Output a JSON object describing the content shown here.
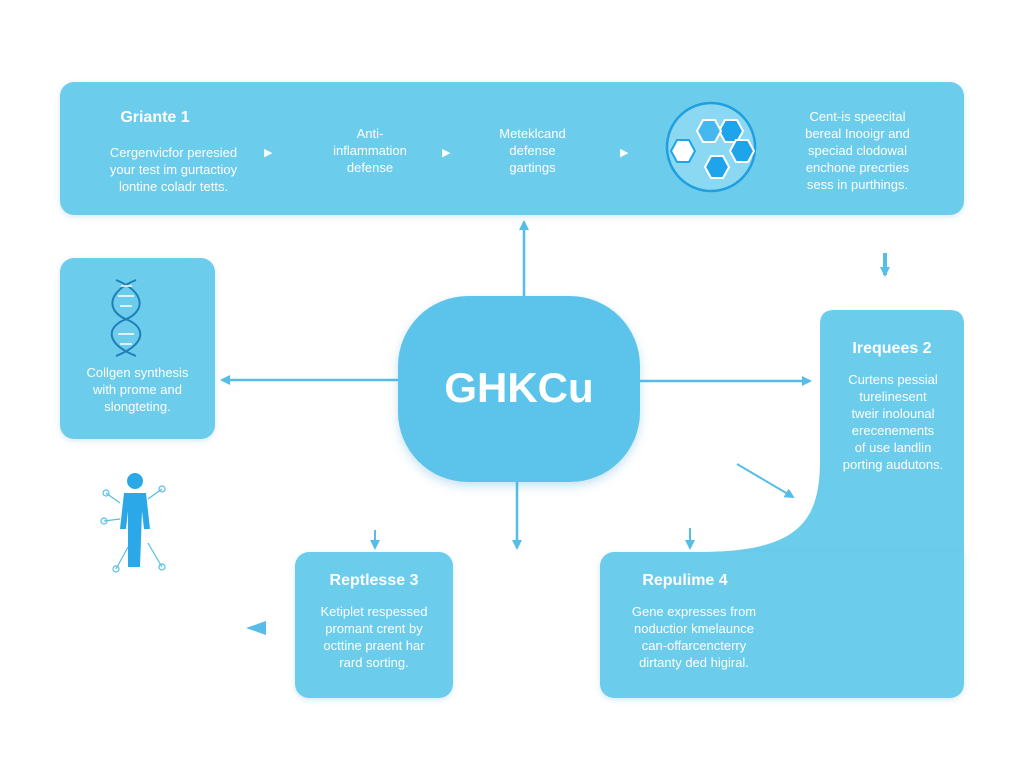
{
  "top_banner": {
    "title": "Griante 1",
    "col1": "Cergenvicfor peresied\nyour test im gurtactioy\nlontine coladr tetts.",
    "col2": "Anti-\ninflammation\ndefense",
    "col3": "Meteklcand\ndefense\ngartings",
    "col4": "Cent-is speecital\nbereal Inooigr and\nspeciad clodowal\nenchone precrties\nsess in purthings."
  },
  "left_panel": {
    "text": "Collgen synthesis\nwith prome and\nslongteting."
  },
  "center": {
    "label": "GHKCu"
  },
  "right_panel": {
    "title": "Irequees 2",
    "text": "Curtens pessial\nturelinesent\ntweir inolounal\nerecenements\nof use landlin\nporting audutons."
  },
  "bottom_left_panel": {
    "title": "Reptlesse 3",
    "text": "Ketiplet respessed\npromant crent by\nocttine praent har\nrard sorting."
  },
  "bottom_right_panel": {
    "title": "Repulime 4",
    "text": "Gene expresses from\nnoductior kmelaunce\ncan-offarcencterry\ndirtanty ded higiral."
  },
  "colors": {
    "panel": "#6cccec",
    "center": "#5cc4ea",
    "arrow": "#55bde6",
    "accent": "#2aa8e8"
  }
}
